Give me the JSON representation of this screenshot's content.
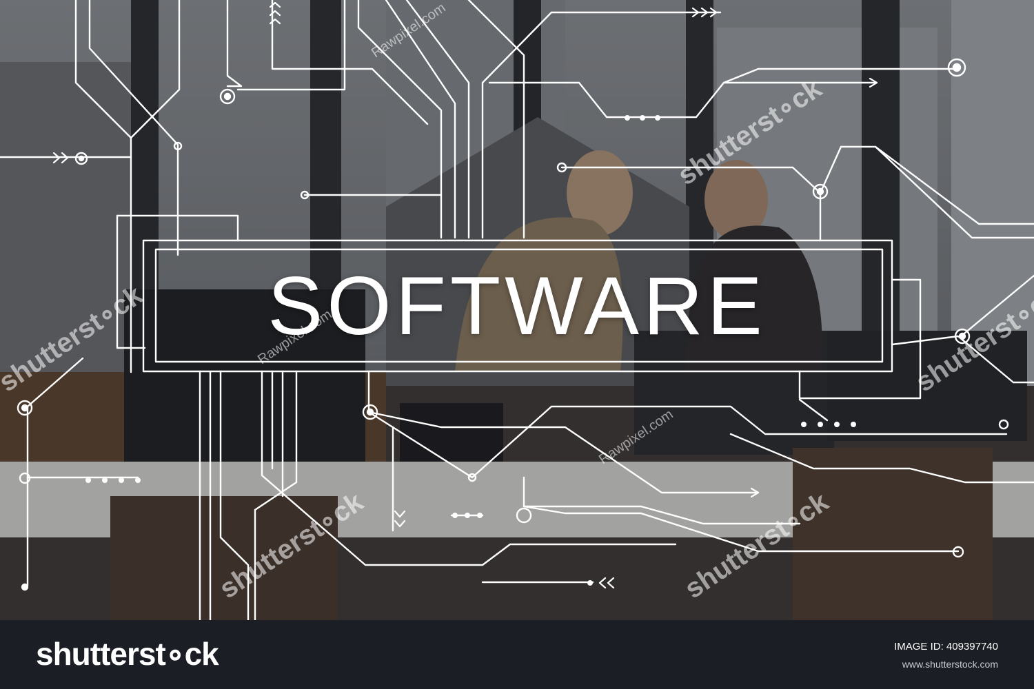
{
  "headline": "SOFTWARE",
  "watermarks": {
    "shutterstock": "shutterst∘ck",
    "rawpixel": "Rawpixel.com"
  },
  "footer": {
    "logo": "shutterst∘ck",
    "image_id": "IMAGE ID: 409397740",
    "url": "www.shutterstock.com"
  },
  "colors": {
    "footer_bg": "#1b1e24",
    "line": "#ffffff"
  }
}
